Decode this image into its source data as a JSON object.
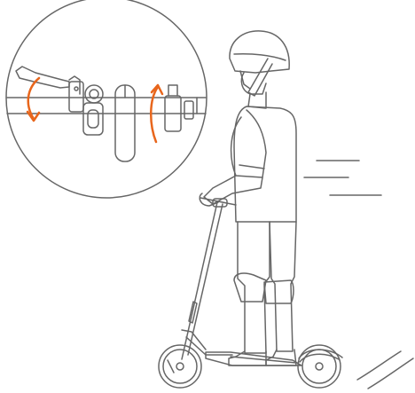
{
  "illustration": {
    "subject": "rider-on-electric-scooter",
    "detail": "handlebar-brake-lever-closeup",
    "colors": {
      "line": "#666666",
      "arrow": "#e8661c",
      "background": "#ffffff"
    },
    "icons": [
      "rider-figure",
      "helmet-icon",
      "kick-scooter-icon",
      "brake-lever-icon",
      "motion-lines-icon",
      "rotation-arrow-icon"
    ]
  }
}
